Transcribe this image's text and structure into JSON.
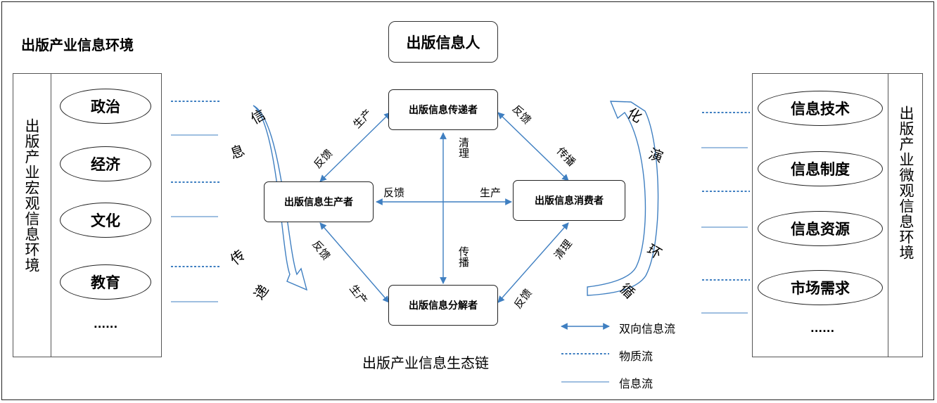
{
  "title": "出版产业信息环境",
  "person_box": "出版信息人",
  "chain_title": "出版产业信息生态链",
  "left_panel": {
    "label": "出版产业宏观信息环境",
    "items": [
      "政治",
      "经济",
      "文化",
      "教育"
    ],
    "more": "......"
  },
  "right_panel": {
    "label": "出版产业微观信息环境",
    "items": [
      "信息技术",
      "信息制度",
      "信息资源",
      "市场需求"
    ],
    "more": "......"
  },
  "nodes": {
    "top": "出版信息传递者",
    "left": "出版信息生产者",
    "right": "出版信息消费者",
    "bottom": "出版信息分解者"
  },
  "edge_labels": {
    "top_left_produce": "生产",
    "top_left_feedback": "反馈",
    "top_right_feedback": "反馈",
    "top_right_spread": "传播",
    "center_feedback": "反馈",
    "center_produce": "生产",
    "center_clean": "清理",
    "center_spread": "传播",
    "bottom_left_feedback": "反馈",
    "bottom_left_produce": "生产",
    "bottom_right_clean": "清理",
    "bottom_right_feedback": "反馈"
  },
  "left_arrow_chars": [
    "信",
    "息",
    "传",
    "递"
  ],
  "right_arrow_chars": [
    "化",
    "演",
    "环",
    "循"
  ],
  "legend": {
    "two_way": "双向信息流",
    "material": "物质流",
    "info": "信息流"
  },
  "colors": {
    "flow": "#3f7fc1",
    "border": "#222222"
  }
}
